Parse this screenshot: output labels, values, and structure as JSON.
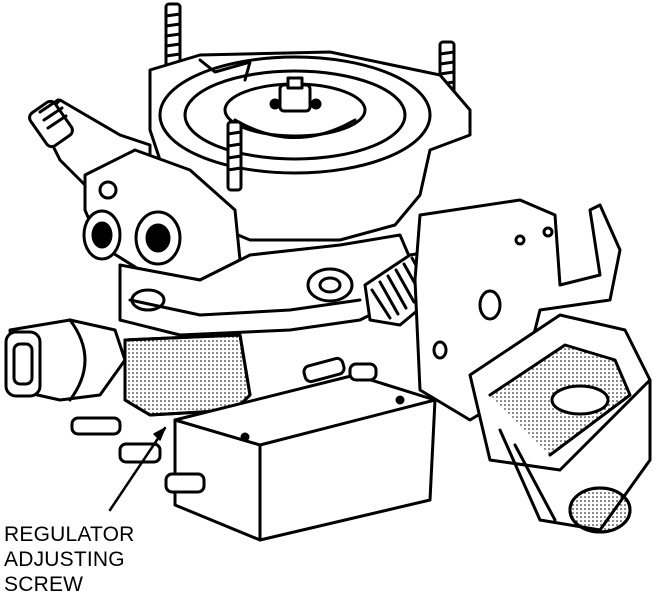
{
  "diagram": {
    "callout": {
      "lines": [
        "REGULATOR",
        "ADJUSTING",
        "SCREW"
      ]
    },
    "colors": {
      "ink": "#000000",
      "paper": "#ffffff",
      "stipple": "#9a9a9a"
    }
  }
}
